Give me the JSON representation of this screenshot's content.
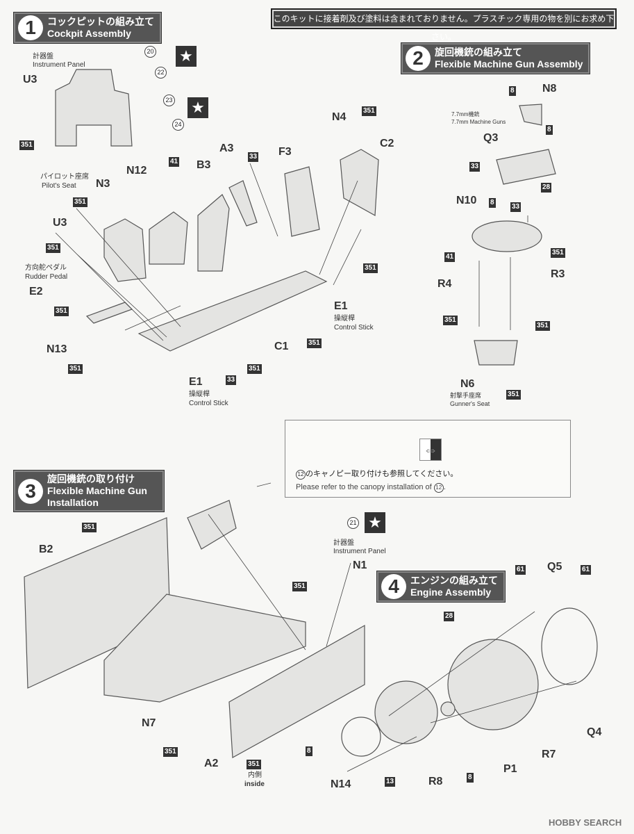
{
  "notice": "このキットに接着剤及び塗料は含まれておりません。プラスチック専用の物を別にお求め下さい。",
  "steps": [
    {
      "number": "1",
      "title_jp": "コックピットの組み立て",
      "title_en": "Cockpit Assembly"
    },
    {
      "number": "2",
      "title_jp": "旋回機銃の組み立て",
      "title_en": "Flexible Machine Gun Assembly"
    },
    {
      "number": "3",
      "title_jp": "旋回機銃の取り付け",
      "title_en": "Flexible Machine Gun Installation"
    },
    {
      "number": "4",
      "title_jp": "エンジンの組み立て",
      "title_en": "Engine Assembly"
    }
  ],
  "step1": {
    "instrument_panel_jp": "計器盤",
    "instrument_panel_en": "Instrument Panel",
    "pilot_seat_jp": "パイロット座席",
    "pilot_seat_en": "Pilot's Seat",
    "rudder_pedal_jp": "方向舵ペダル",
    "rudder_pedal_en": "Rudder Pedal",
    "control_stick_jp": "操縦桿",
    "control_stick_en": "Control Stick",
    "decals": [
      "20",
      "22",
      "23",
      "24"
    ],
    "parts": [
      "U3",
      "N4",
      "C2",
      "A3",
      "F3",
      "N12",
      "B3",
      "N3",
      "U3",
      "E2",
      "N13",
      "E1",
      "C1",
      "E1"
    ],
    "colors": [
      "351",
      "351",
      "41",
      "33",
      "351",
      "351",
      "351",
      "351",
      "351",
      "351",
      "351",
      "351",
      "33"
    ]
  },
  "step2": {
    "gun_jp": "7.7mm機銃",
    "gun_en": "7.7mm Machine Guns",
    "gunner_seat_jp": "射撃手座席",
    "gunner_seat_en": "Gunner's Seat",
    "parts": [
      "N8",
      "Q3",
      "N10",
      "R4",
      "R3",
      "N6"
    ],
    "colors": [
      "8",
      "8",
      "33",
      "28",
      "8",
      "33",
      "351",
      "41",
      "351",
      "351",
      "351"
    ]
  },
  "step3": {
    "callout_jp": "のキャノピー取り付けも参照してください。",
    "callout_en": "Please refer to the canopy installation of",
    "callout_ref": "12",
    "instrument_panel_jp": "計器盤",
    "instrument_panel_en": "Instrument Panel",
    "decal": "21",
    "inside_jp": "内側",
    "inside_en": "inside",
    "parts": [
      "B2",
      "N1",
      "N7",
      "A2"
    ],
    "colors": [
      "351",
      "351",
      "351",
      "351"
    ]
  },
  "step4": {
    "parts": [
      "Q5",
      "Q4",
      "R7",
      "P1",
      "R8",
      "N14"
    ],
    "colors": [
      "61",
      "61",
      "28",
      "8",
      "13",
      "8"
    ]
  },
  "star": "★",
  "watermark": "HOBBY SEARCH",
  "colors": {
    "header_bg": "#555555",
    "paint_box": "#333333"
  }
}
